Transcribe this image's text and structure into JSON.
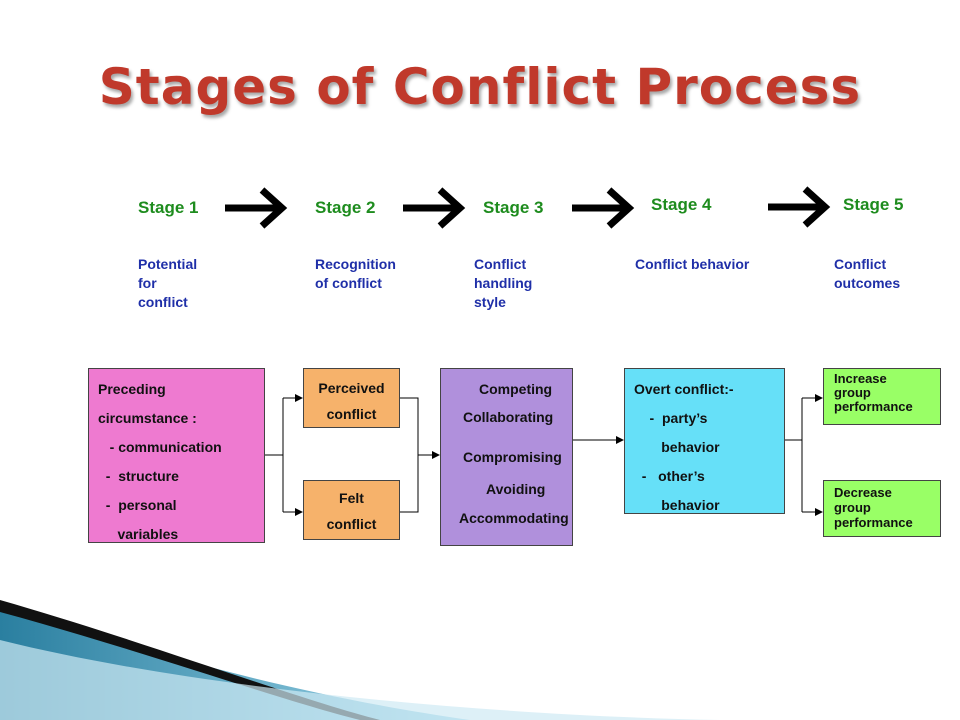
{
  "title": "Stages of Conflict Process",
  "stages": [
    {
      "label": "Stage 1",
      "desc": [
        "Potential",
        "for",
        "conflict"
      ]
    },
    {
      "label": "Stage 2",
      "desc": [
        "Recognition",
        "of conflict"
      ]
    },
    {
      "label": "Stage 3",
      "desc": [
        "Conflict",
        "handling",
        "style"
      ]
    },
    {
      "label": "Stage 4",
      "desc": [
        "Conflict behavior"
      ]
    },
    {
      "label": "Stage 5",
      "desc": [
        "Conflict",
        "outcomes"
      ]
    }
  ],
  "boxes": {
    "preceding": [
      "Preceding",
      "circumstance :",
      "   - communication",
      "  -  structure",
      "  -  personal",
      "     variables"
    ],
    "perceived": [
      "Perceived",
      "conflict"
    ],
    "felt": [
      "Felt",
      "conflict"
    ],
    "handling": [
      "Competing",
      "Collaborating",
      "Compromising",
      "Avoiding",
      "Accommodating"
    ],
    "overt": [
      "Overt conflict:-",
      "    -  party’s",
      "       behavior",
      "  -   other’s",
      "       behavior"
    ],
    "increase": [
      "Increase",
      "group",
      "performance"
    ],
    "decrease": [
      "Decrease",
      "group",
      "performance"
    ]
  },
  "colors": {
    "title": "#c0392b",
    "stage": "#1e8c1e",
    "desc": "#1f2fa8",
    "preceding": "#ee7ad0",
    "perceived": "#f6b26b",
    "handling": "#b090dc",
    "overt": "#66e0f8",
    "outcome": "#99ff66"
  }
}
